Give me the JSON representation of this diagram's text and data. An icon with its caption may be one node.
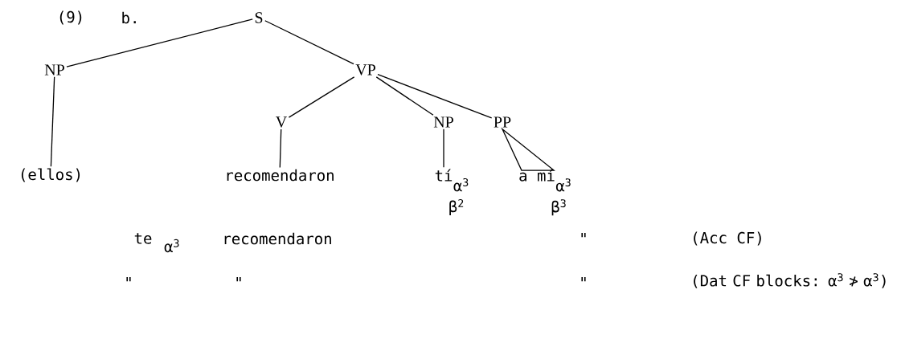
{
  "diagram": {
    "nodes": [
      {
        "text": [
          "S"
        ]
      },
      {
        "text": [
          "NP"
        ]
      },
      {
        "text": [
          "VP"
        ]
      },
      {
        "text": [
          "(ellos)"
        ]
      },
      {
        "text": [
          "V"
        ]
      },
      {
        "text": [
          "NP"
        ]
      },
      {
        "text": [
          "PP"
        ]
      },
      {
        "text": [
          "recomendaron"
        ]
      },
      {
        "text": [
          "tí"
        ],
        "beside": [
          "α$^{3}$",
          "β$^{2}$"
        ]
      },
      {
        "text": [
          "a mí"
        ],
        "beside": [
          "α$^{3}$",
          "β$^{3}$"
        ]
      }
    ],
    "edges": [
      {
        "from": 0,
        "to": 1,
        "arrow": "none"
      },
      {
        "from": 0,
        "to": 2,
        "arrow": "none"
      },
      {
        "from": 1,
        "to": 3,
        "arrow": "none"
      },
      {
        "from": 2,
        "to": 4,
        "arrow": "none"
      },
      {
        "from": 2,
        "to": 5,
        "arrow": "none"
      },
      {
        "from": 2,
        "to": 6,
        "arrow": "none"
      },
      {
        "from": 4,
        "to": 7,
        "arrow": "none"
      },
      {
        "from": 5,
        "to": 8,
        "arrow": "none"
      },
      {
        "from": 6,
        "to": 9,
        "arrow": "none"
      }
    ],
    "labels": [
      "(9)",
      "b.",
      "te",
      "α$^{3}$",
      "recomendaron",
      "\"",
      "(Acc CF)",
      "\"",
      "\"",
      "\"",
      "(Dat CF blocks: α$^{3}$ ≯ α$^{3}$)"
    ]
  }
}
